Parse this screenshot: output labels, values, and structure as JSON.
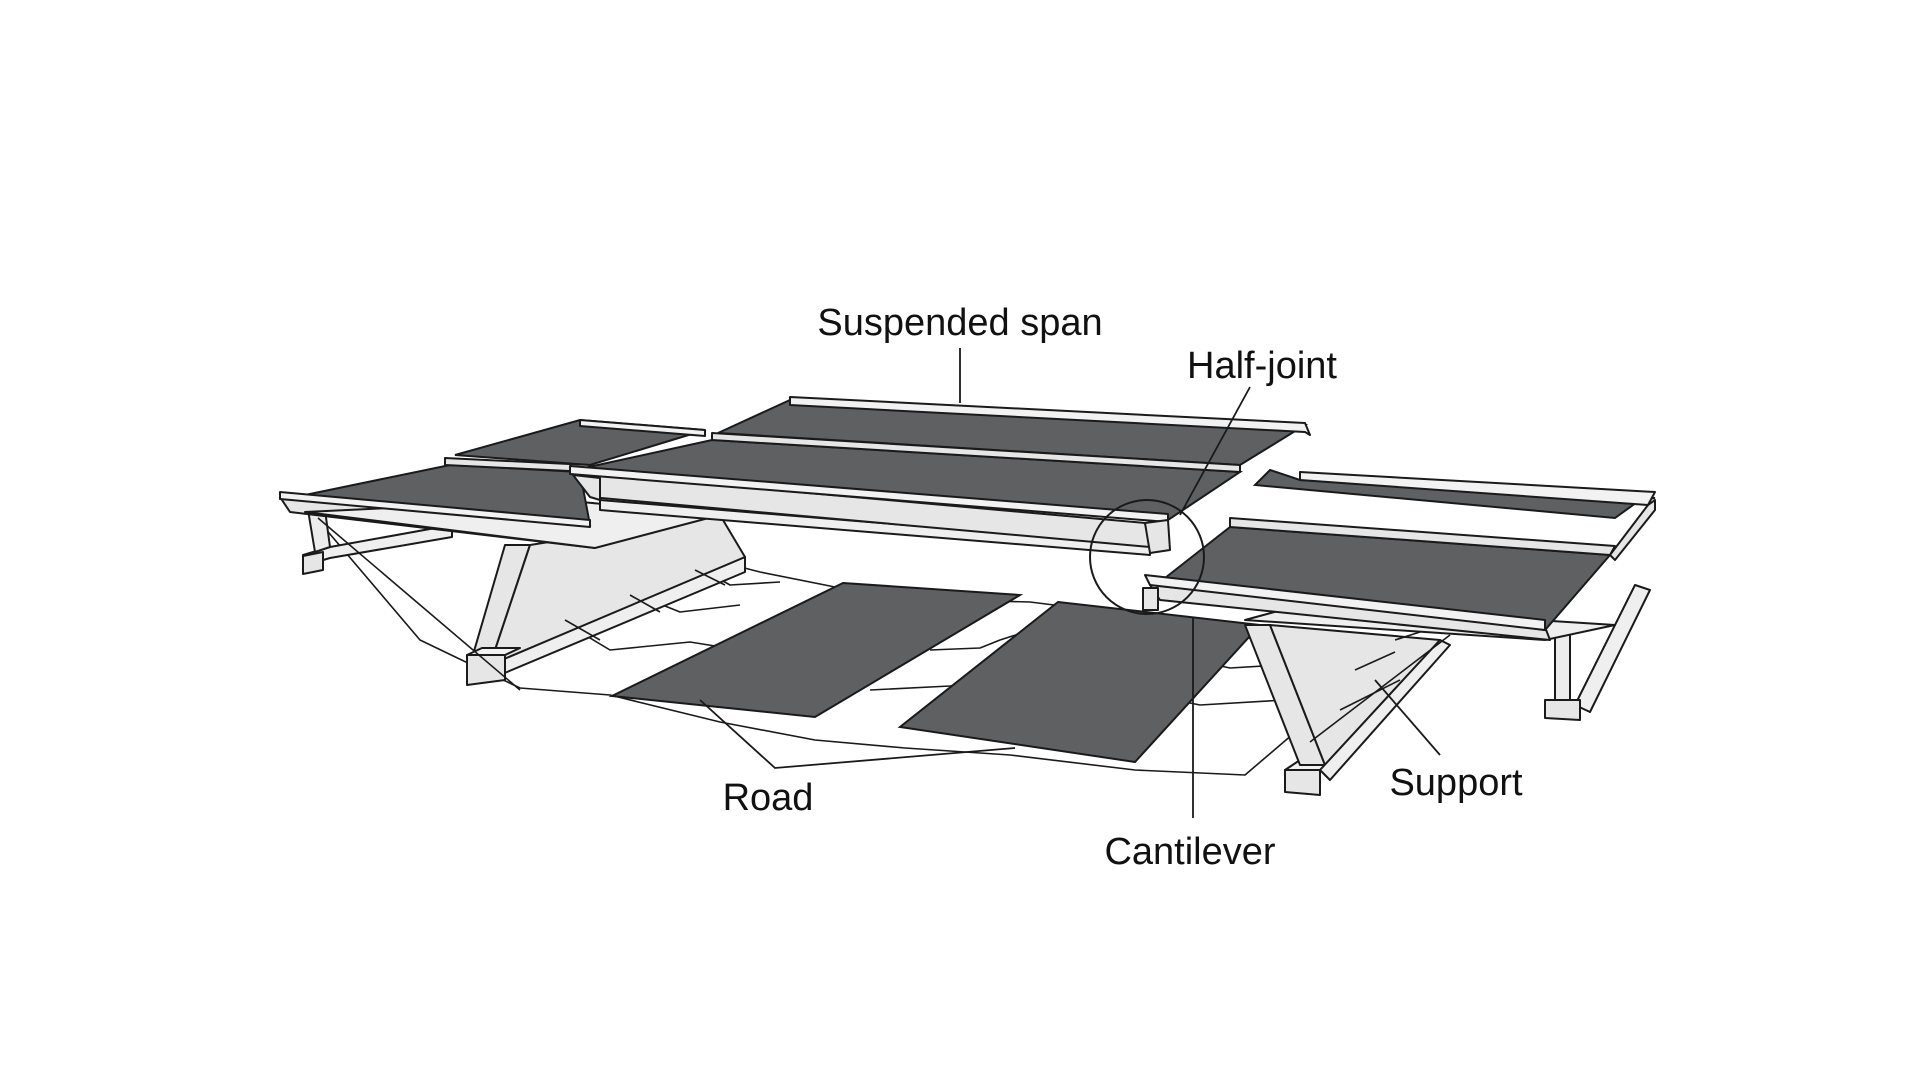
{
  "labels": {
    "suspended_span": "Suspended span",
    "half_joint": "Half-joint",
    "road": "Road",
    "cantilever": "Cantilever",
    "support": "Support"
  },
  "colors": {
    "deck_surface": "#5f6062",
    "structure_fill": "#e6e6e6",
    "structure_light": "#f2f2f2",
    "outline": "#1a1a1a",
    "background": "#ffffff"
  }
}
